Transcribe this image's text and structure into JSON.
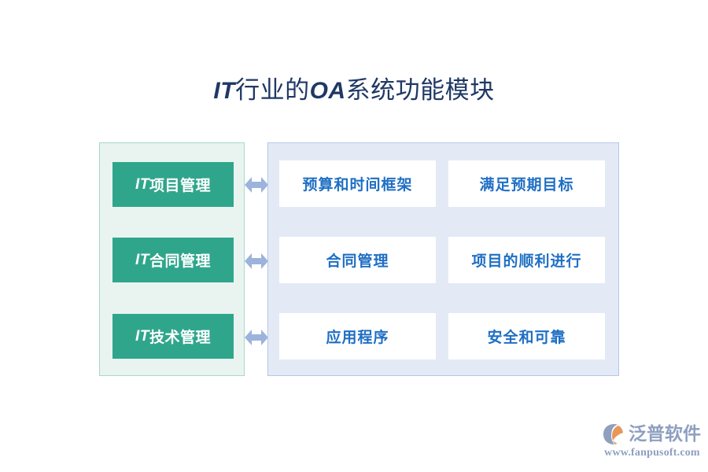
{
  "slide": {
    "title_prefix": "IT",
    "title_mid": "行业的",
    "title_latin2": "OA",
    "title_suffix": "系统功能模块",
    "title_full": "IT行业的OA系统功能模块",
    "background_color": "#ffffff"
  },
  "left_panel": {
    "background_color": "#e9f4f0",
    "border_color": "#a8d8cb",
    "box_color": "#2fa68c",
    "box_text_color": "#ffffff",
    "items": [
      {
        "latin": "IT",
        "label": "项目管理",
        "full": "IT项目管理"
      },
      {
        "latin": "IT",
        "label": "合同管理",
        "full": "IT合同管理"
      },
      {
        "latin": "IT",
        "label": "技术管理",
        "full": "IT技术管理"
      }
    ]
  },
  "connectors": {
    "icon": "double-arrow-horizontal-icon",
    "color": "#9cb3dc",
    "count": 3
  },
  "right_panel": {
    "background_color": "#e3eaf6",
    "border_color": "#b4c7e7",
    "box_color": "#ffffff",
    "box_text_color": "#1f6fc4",
    "rows": [
      {
        "left": "预算和时间框架",
        "right": "满足预期目标"
      },
      {
        "left": "合同管理",
        "right": "项目的顺利进行"
      },
      {
        "left": "应用程序",
        "right": "安全和可靠"
      }
    ]
  },
  "logo": {
    "mark": "fanpu-swoosh-icon",
    "name": "泛普软件",
    "url": "www.fanpusoft.com",
    "text_color": "#8e9fc0",
    "accent_color": "#e8965a"
  }
}
